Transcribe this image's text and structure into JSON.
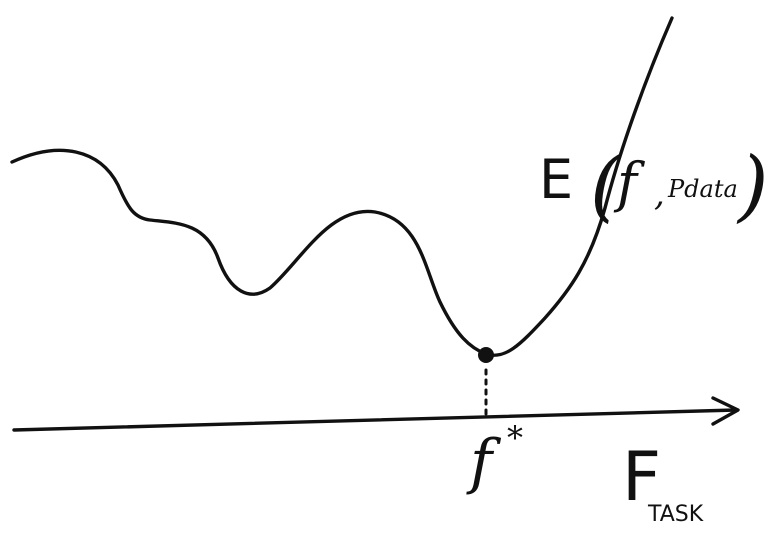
{
  "diagram": {
    "curve_label": {
      "prefix": "E",
      "open_paren": "(",
      "argument_f": "f",
      "comma": ",",
      "argument_p": "Pdata",
      "close_paren": ")"
    },
    "minimum_label": {
      "symbol": "f",
      "superscript": "*"
    },
    "axis_label": {
      "main": "F",
      "subscript": "TASK"
    },
    "ink_color": "#111111",
    "background_color": "#ffffff",
    "shapes": [
      "energy-curve",
      "minimum-point",
      "dotted-drop-line",
      "horizontal-axis-arrow"
    ]
  }
}
